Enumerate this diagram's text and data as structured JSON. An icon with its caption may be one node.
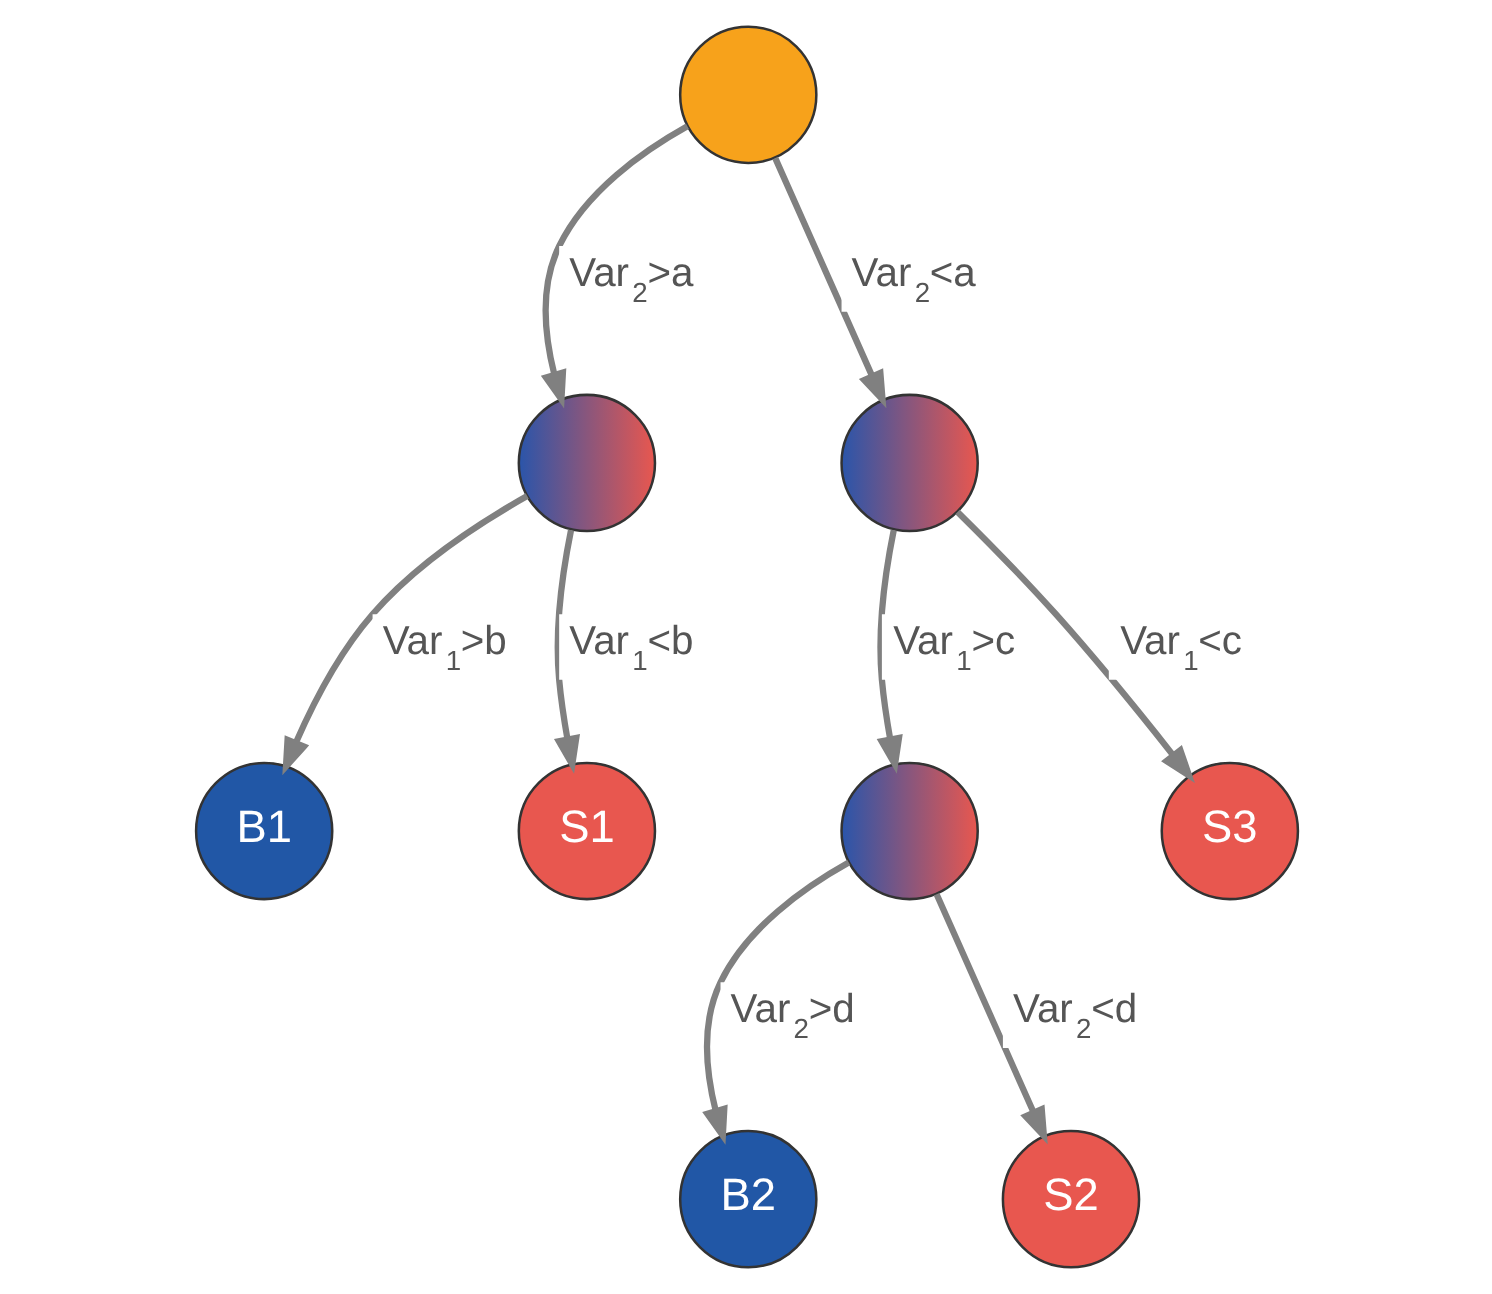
{
  "diagram": {
    "nodes": [
      {
        "text": [],
        "shape": "circle"
      },
      {
        "text": [],
        "shape": "circle"
      },
      {
        "text": [],
        "shape": "circle"
      },
      {
        "text": [
          "B1"
        ]
      },
      {
        "text": [
          "S1"
        ]
      },
      {
        "text": [],
        "shape": "circle"
      },
      {
        "text": [
          "S3"
        ]
      },
      {
        "text": [
          "B2"
        ]
      },
      {
        "text": [
          "S2"
        ]
      }
    ],
    "edges": [
      {
        "from": 0,
        "to": 1,
        "arrow": "to",
        "label": "Var$_{2}$>a"
      },
      {
        "from": 0,
        "to": 2,
        "arrow": "to",
        "label": "Var$_{2}$<a"
      },
      {
        "from": 1,
        "to": 3,
        "arrow": "to",
        "label": "Var$_{1}$>b"
      },
      {
        "from": 1,
        "to": 4,
        "arrow": "to",
        "label": "Var$_{1}$<b"
      },
      {
        "from": 2,
        "to": 5,
        "arrow": "to",
        "label": "Var$_{1}$>c"
      },
      {
        "from": 2,
        "to": 6,
        "arrow": "to",
        "label": "Var$_{1}$<c"
      },
      {
        "from": 5,
        "to": 7,
        "arrow": "to",
        "label": "Var$_{2}$>d"
      },
      {
        "from": 5,
        "to": 8,
        "arrow": "to",
        "label": "Var$_{2}$<d"
      }
    ]
  }
}
